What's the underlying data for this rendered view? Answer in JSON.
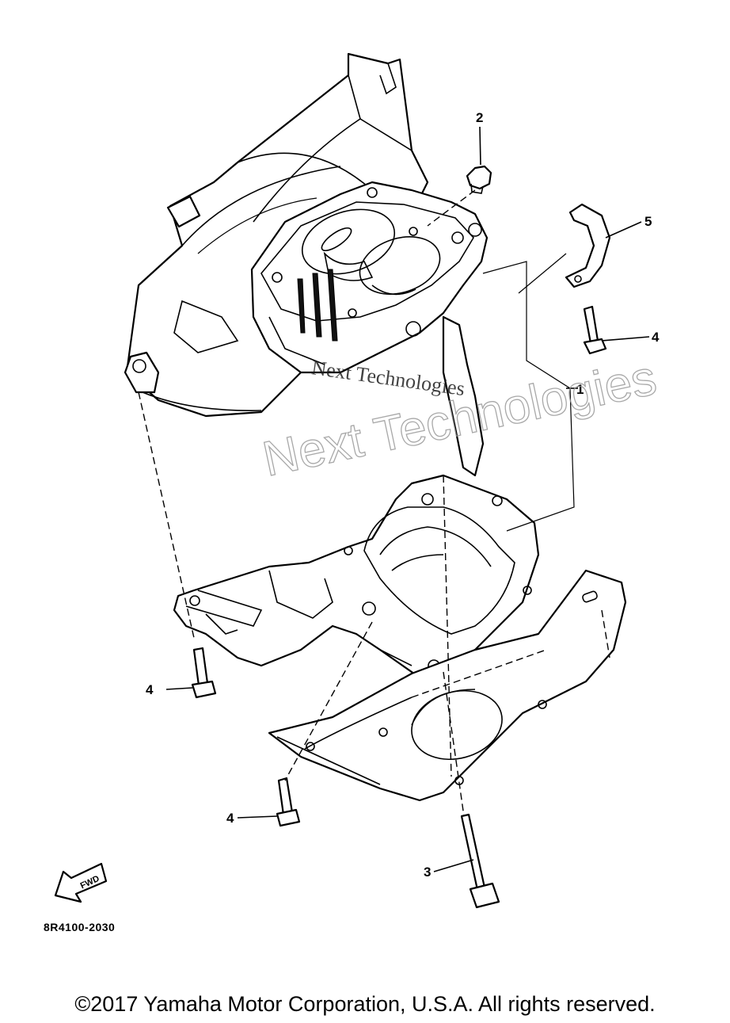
{
  "diagram": {
    "callouts": [
      "2",
      "5",
      "4",
      "1",
      "4",
      "4",
      "3"
    ],
    "part_number": "8R4100-2030",
    "fwd_label": "FWD",
    "watermark_primary": "Next Technologies",
    "watermark_secondary": "Next Technologies"
  },
  "footer": {
    "copyright": "©2017 Yamaha Motor Corporation, U.S.A. All rights reserved."
  }
}
